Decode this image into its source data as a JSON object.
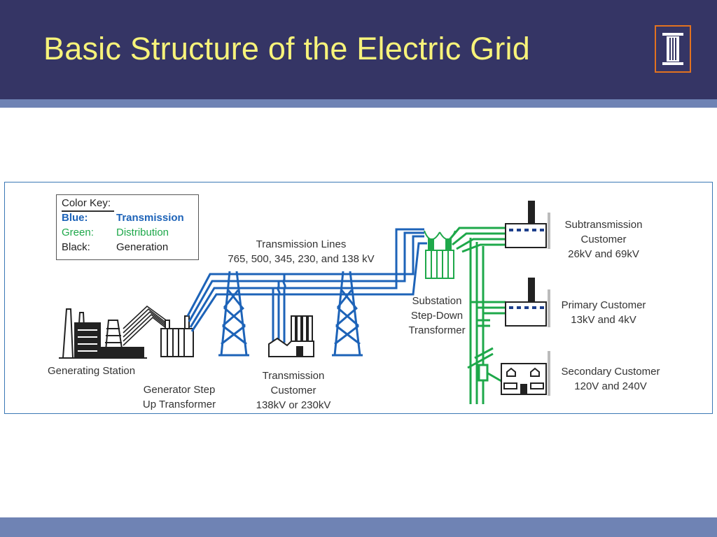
{
  "slide": {
    "title": "Basic Structure of the Electric Grid"
  },
  "colors": {
    "header_bg": "#353565",
    "title": "#f7f37a",
    "accent_bar": "#6f83b4",
    "logo_border": "#e2721f",
    "transmission": "#1d63b8",
    "distribution": "#1ea84a",
    "generation": "#222222"
  },
  "logo": {
    "icon": "illinois-i-logo-icon"
  },
  "diagram": {
    "color_key": {
      "title": "Color Key:",
      "rows": [
        {
          "key": "Blue:",
          "value": "Transmission",
          "color": "#1d63b8"
        },
        {
          "key": "Green:",
          "value": "Distribution",
          "color": "#1ea84a"
        },
        {
          "key": "Black:",
          "value": "Generation",
          "color": "#222222"
        }
      ]
    },
    "labels": {
      "transmission_lines_1": "Transmission Lines",
      "transmission_lines_2": "765, 500, 345, 230, and 138 kV",
      "generating_station": "Generating Station",
      "gen_step_up_1": "Generator Step",
      "gen_step_up_2": "Up Transformer",
      "transmission_customer_1": "Transmission",
      "transmission_customer_2": "Customer",
      "transmission_customer_3": "138kV or 230kV",
      "substation_1": "Substation",
      "substation_2": "Step-Down",
      "substation_3": "Transformer",
      "subtransmission_1": "Subtransmission",
      "subtransmission_2": "Customer",
      "subtransmission_3": "26kV and 69kV",
      "primary_1": "Primary Customer",
      "primary_2": "13kV and 4kV",
      "secondary_1": "Secondary Customer",
      "secondary_2": "120V and 240V"
    }
  }
}
